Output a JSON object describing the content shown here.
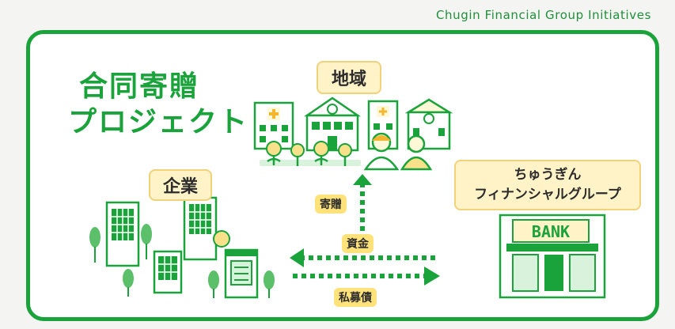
{
  "header": {
    "text": "Chugin Financial Group Initiatives"
  },
  "title": {
    "line1": "合同寄贈",
    "line2": "プロジェクト"
  },
  "labels": {
    "region": "地域",
    "company": "企業",
    "group_line1": "ちゅうぎん",
    "group_line2": "フィナンシャルグループ",
    "bank_sign": "BANK"
  },
  "flows": {
    "donation": "寄贈",
    "funds": "資金",
    "private_bond": "私募債"
  },
  "colors": {
    "green": "#1aa33a",
    "yellow": "#ffe27a",
    "header": "#1f8f3a"
  }
}
